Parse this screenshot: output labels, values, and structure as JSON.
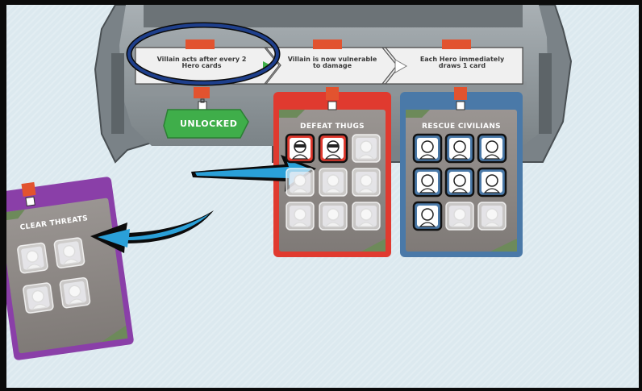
{
  "board": {
    "top_title": "",
    "steps": [
      {
        "label": "Villain acts after every 2 Hero cards"
      },
      {
        "label": "Villain is now vulnerable to damage"
      },
      {
        "label": "Each Hero immediately draws 1 card"
      }
    ],
    "unlocked_label": "UNLOCKED"
  },
  "cards": {
    "defeat": {
      "title": "DEFEAT THUGS",
      "color": "#e03a2f",
      "filled": 2,
      "total": 9
    },
    "rescue": {
      "title": "RESCUE CIVILIANS",
      "color": "#4a79a8",
      "filled": 7,
      "total": 9
    },
    "clear": {
      "title": "CLEAR THREATS",
      "color": "#8a3fa8",
      "filled": 0,
      "total": 4
    }
  },
  "colors": {
    "background": "#dce9ef",
    "highlight_ring": "#1e3f8c",
    "arrow": "#2aa0d8",
    "board_gray": "#8e969b",
    "accent_red": "#e2532f",
    "unlocked_green": "#3fae4a"
  }
}
